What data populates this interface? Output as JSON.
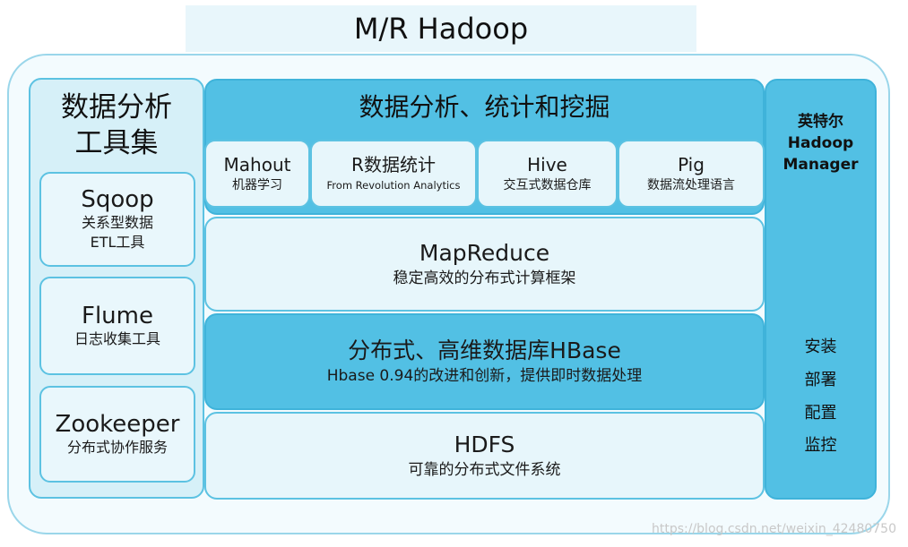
{
  "title": "M/R Hadoop",
  "left_panel": {
    "title_lines": [
      "数据分析",
      "工具集"
    ],
    "tools": [
      {
        "name": "Sqoop",
        "desc_lines": [
          "关系型数据",
          "ETL工具"
        ]
      },
      {
        "name": "Flume",
        "desc_lines": [
          "日志收集工具"
        ]
      },
      {
        "name": "Zookeeper",
        "desc_lines": [
          "分布式协作服务"
        ]
      }
    ]
  },
  "analytics": {
    "title": "数据分析、统计和挖掘",
    "tools": [
      {
        "name": "Mahout",
        "desc": "机器学习"
      },
      {
        "name": "R数据统计",
        "desc": "From Revolution Analytics"
      },
      {
        "name": "Hive",
        "desc": "交互式数据仓库"
      },
      {
        "name": "Pig",
        "desc": "数据流处理语言"
      }
    ]
  },
  "layers": [
    {
      "name": "MapReduce",
      "desc": "稳定高效的分布式计算框架"
    },
    {
      "name": "分布式、高维数据库HBase",
      "desc": "Hbase 0.94的改进和创新，提供即时数据处理"
    },
    {
      "name": "HDFS",
      "desc": "可靠的分布式文件系统"
    }
  ],
  "right_panel": {
    "title_lines": [
      "英特尔",
      "Hadoop",
      "Manager"
    ],
    "items": [
      "安装",
      "部署",
      "配置",
      "监控"
    ]
  },
  "watermark": "https://blog.csdn.net/weixin_42480750",
  "colors": {
    "accent": "#52c0e4",
    "border": "#5cc2e2",
    "light_fill": "#e7f6fb",
    "panel_fill": "#d6f0f8"
  }
}
